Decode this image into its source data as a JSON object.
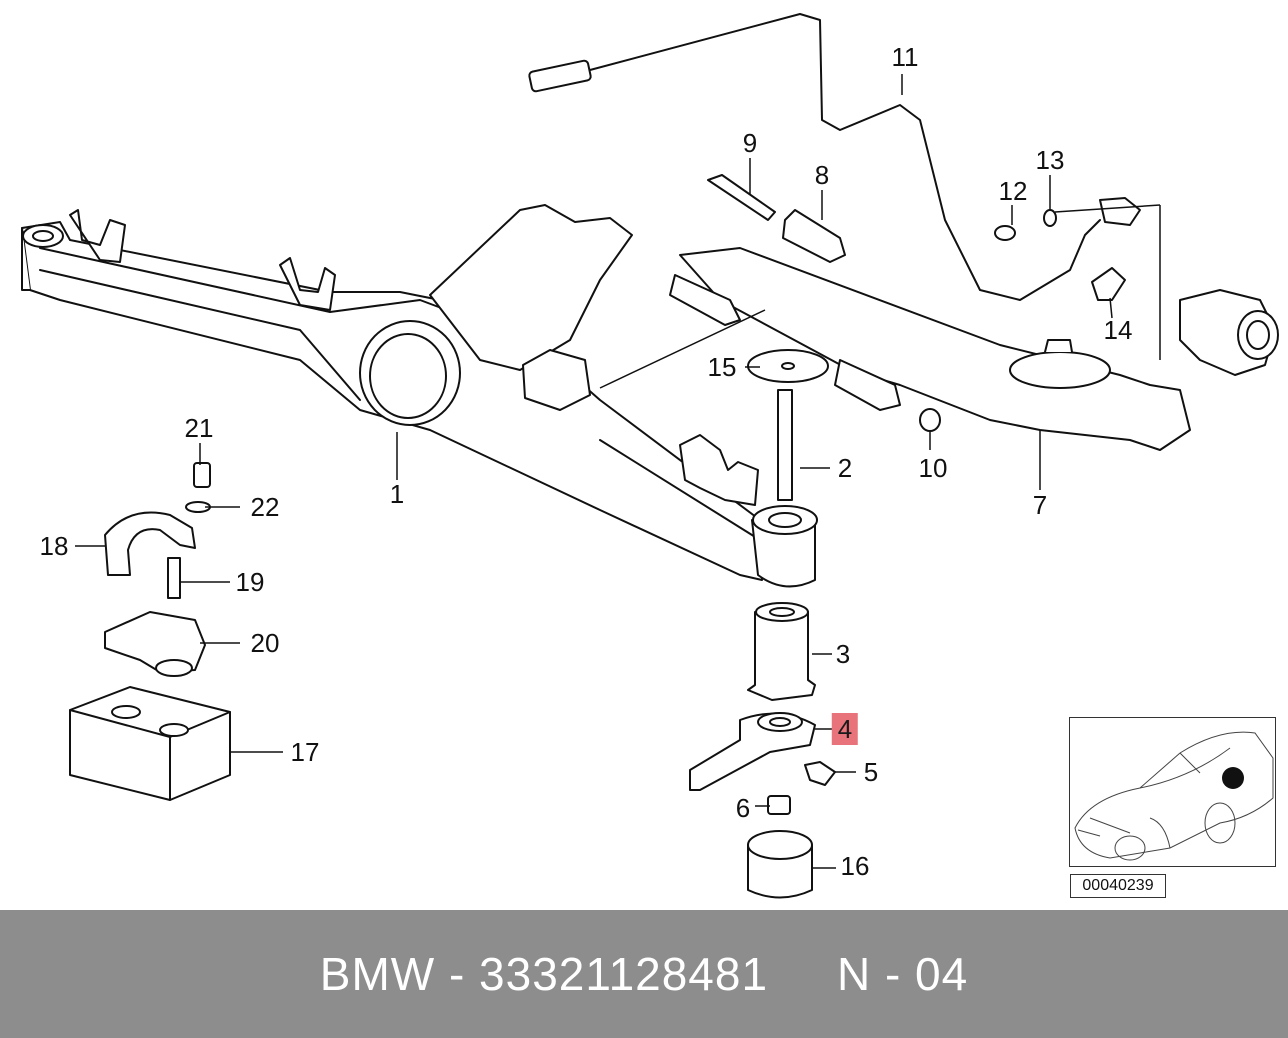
{
  "diagram": {
    "callouts": [
      {
        "id": "1",
        "label": "1"
      },
      {
        "id": "2",
        "label": "2"
      },
      {
        "id": "3",
        "label": "3"
      },
      {
        "id": "4",
        "label": "4",
        "highlighted": true
      },
      {
        "id": "5",
        "label": "5"
      },
      {
        "id": "6",
        "label": "6"
      },
      {
        "id": "7",
        "label": "7"
      },
      {
        "id": "8",
        "label": "8"
      },
      {
        "id": "9",
        "label": "9"
      },
      {
        "id": "10",
        "label": "10"
      },
      {
        "id": "11",
        "label": "11"
      },
      {
        "id": "12",
        "label": "12"
      },
      {
        "id": "13",
        "label": "13"
      },
      {
        "id": "14",
        "label": "14"
      },
      {
        "id": "15",
        "label": "15"
      },
      {
        "id": "16",
        "label": "16"
      },
      {
        "id": "17",
        "label": "17"
      },
      {
        "id": "18",
        "label": "18"
      },
      {
        "id": "19",
        "label": "19"
      },
      {
        "id": "20",
        "label": "20"
      },
      {
        "id": "21",
        "label": "21"
      },
      {
        "id": "22",
        "label": "22"
      }
    ],
    "highlight_color": "#e8737a",
    "inset": {
      "code": "00040239"
    }
  },
  "footer": {
    "brand": "BMW",
    "part_number": "33321128481",
    "position_code": "N - 04",
    "text": "BMW - 33321128481     N - 04",
    "background": "#8d8d8d"
  }
}
